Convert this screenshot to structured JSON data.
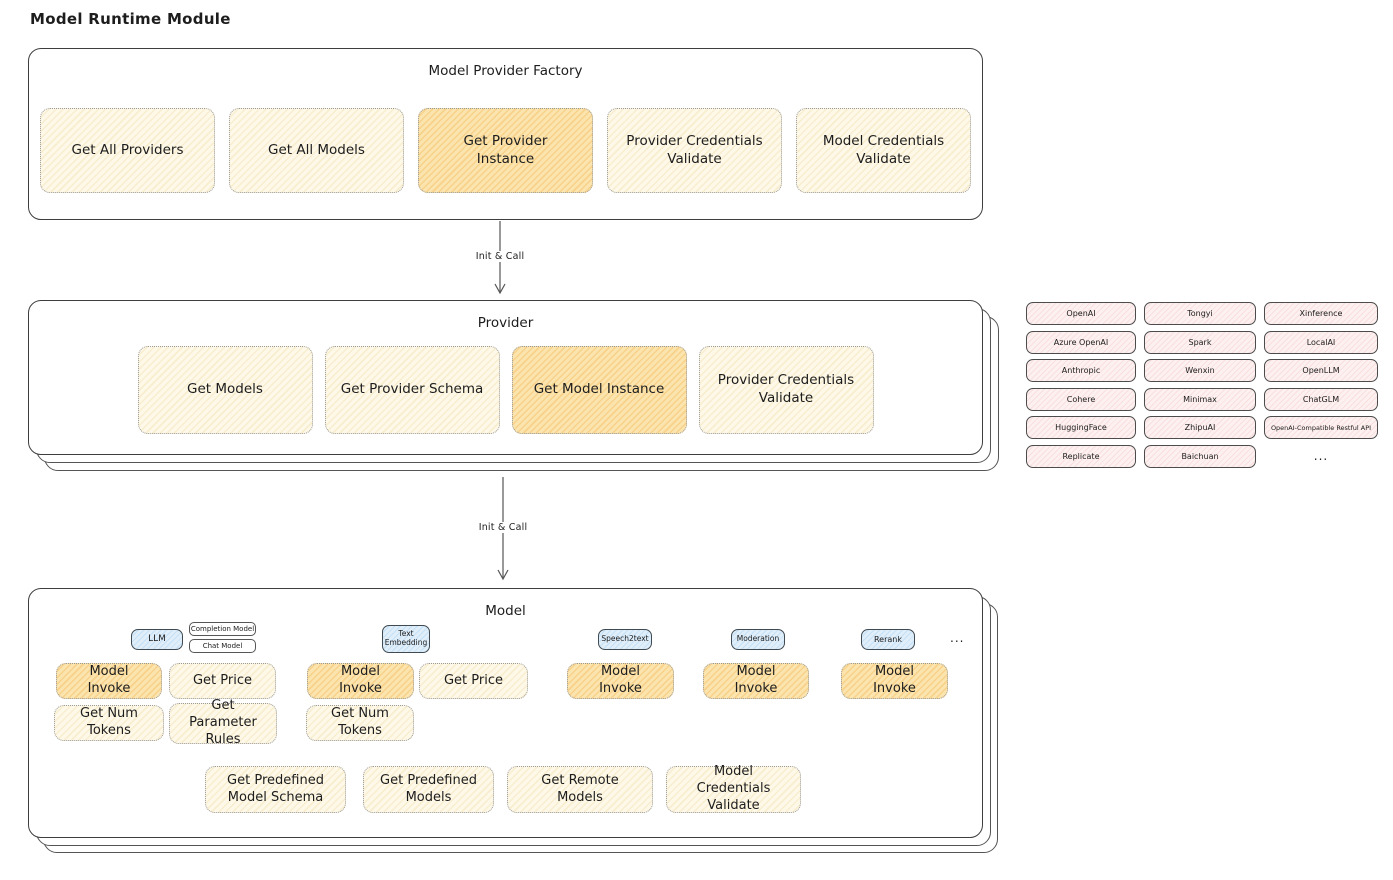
{
  "title": "Model Runtime Module",
  "colors": {
    "panel_border": "#3e3e3e",
    "action_bg": "#fdf8e8",
    "action_highlight_bg": "#fbe4ae",
    "provider_chip_bg": "#fdf0f0",
    "tab_bg": "#e0eefa",
    "arrow": "#555555"
  },
  "factory": {
    "title": "Model Provider Factory",
    "actions": [
      {
        "label": "Get All Providers",
        "highlighted": false
      },
      {
        "label": "Get All Models",
        "highlighted": false
      },
      {
        "label": "Get Provider Instance",
        "highlighted": true
      },
      {
        "label": "Provider Credentials Validate",
        "highlighted": false
      },
      {
        "label": "Model Credentials Validate",
        "highlighted": false
      }
    ]
  },
  "arrows": {
    "arrow1_label": "Init & Call",
    "arrow2_label": "Init & Call"
  },
  "provider": {
    "title": "Provider",
    "actions": [
      {
        "label": "Get Models",
        "highlighted": false
      },
      {
        "label": "Get Provider Schema",
        "highlighted": false
      },
      {
        "label": "Get Model Instance",
        "highlighted": true
      },
      {
        "label": "Provider Credentials Validate",
        "highlighted": false
      }
    ]
  },
  "providers_panel": {
    "columns": [
      [
        "OpenAI",
        "Azure OpenAI",
        "Anthropic",
        "Cohere",
        "HuggingFace",
        "Replicate"
      ],
      [
        "Tongyi",
        "Spark",
        "Wenxin",
        "Minimax",
        "ZhipuAI",
        "Baichuan"
      ],
      [
        "Xinference",
        "LocalAI",
        "OpenLLM",
        "ChatGLM",
        "OpenAI-Compatible Restful API"
      ]
    ],
    "more_label": "..."
  },
  "model": {
    "title": "Model",
    "tabs": [
      {
        "label": "LLM"
      },
      {
        "label": "Completion Model"
      },
      {
        "label": "Chat Model"
      },
      {
        "label": "Text Embedding"
      },
      {
        "label": "Speech2text"
      },
      {
        "label": "Moderation"
      },
      {
        "label": "Rerank"
      }
    ],
    "more_label": "...",
    "actions": [
      {
        "label": "Model Invoke",
        "highlighted": true
      },
      {
        "label": "Get Price",
        "highlighted": false
      },
      {
        "label": "Model Invoke",
        "highlighted": true
      },
      {
        "label": "Get Price",
        "highlighted": false
      },
      {
        "label": "Model Invoke",
        "highlighted": true
      },
      {
        "label": "Model Invoke",
        "highlighted": true
      },
      {
        "label": "Model Invoke",
        "highlighted": true
      },
      {
        "label": "Get Num Tokens",
        "highlighted": false
      },
      {
        "label": "Get Parameter Rules",
        "highlighted": false
      },
      {
        "label": "Get Num Tokens",
        "highlighted": false
      },
      {
        "label": "Get Predefined Model Schema",
        "highlighted": false
      },
      {
        "label": "Get Predefined Models",
        "highlighted": false
      },
      {
        "label": "Get Remote Models",
        "highlighted": false
      },
      {
        "label": "Model Credentials Validate",
        "highlighted": false
      }
    ]
  }
}
